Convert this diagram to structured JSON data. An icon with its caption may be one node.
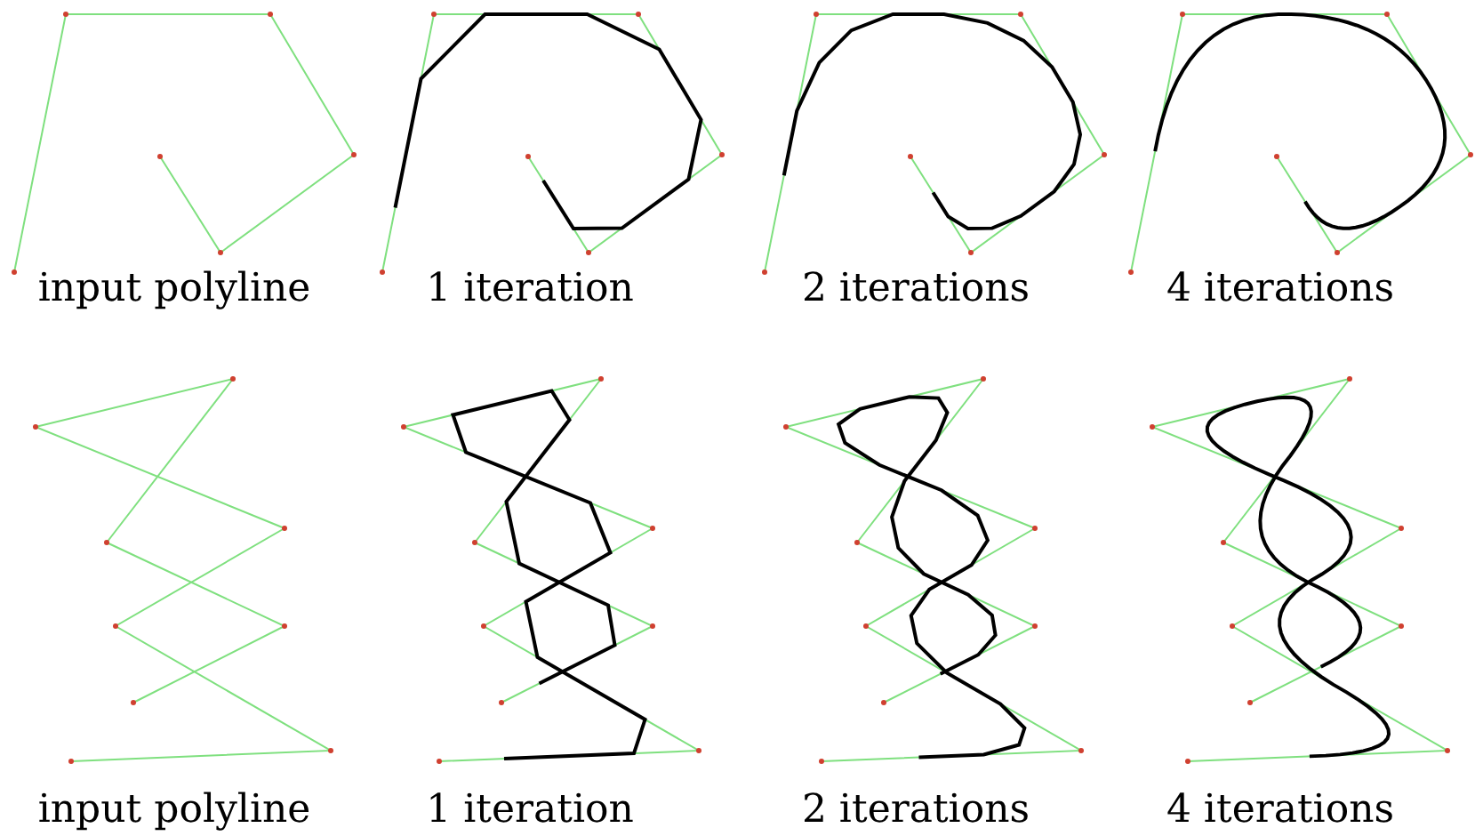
{
  "diagram": {
    "labels": [
      "input polyline",
      "1 iteration",
      "2 iterations",
      "4 iterations",
      "input polyline",
      "1 iteration",
      "2 iterations",
      "4 iterations"
    ]
  }
}
